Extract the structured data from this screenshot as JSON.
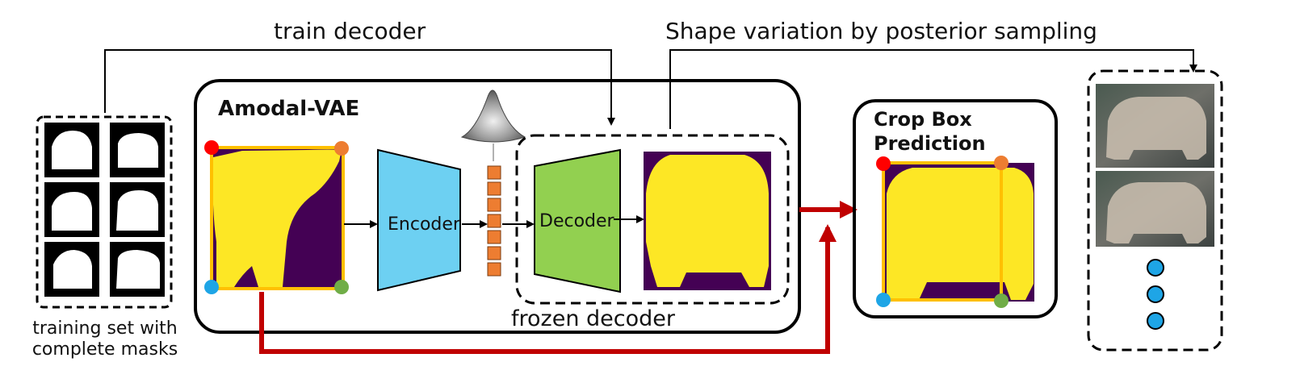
{
  "labels": {
    "train_decoder": "train decoder",
    "shape_variation": "Shape variation by posterior sampling",
    "amodal_vae": "Amodal-VAE",
    "encoder": "Encoder",
    "decoder": "Decoder",
    "frozen_decoder": "frozen decoder",
    "crop_box_line1": "Crop Box",
    "crop_box_line2": "Prediction",
    "training_set_line1": "training set with",
    "training_set_line2": "complete masks"
  },
  "colors": {
    "mask_background": "#440154",
    "mask_foreground": "#fde725",
    "encoder": "#6dd0f2",
    "decoder": "#92d050",
    "latent_cell": "#ed7d31",
    "crop_box_border": "#ffc000",
    "arrow_red": "#c00000",
    "corner_red": "#ff0000",
    "corner_orange": "#ed7d31",
    "corner_blue": "#1ea5e6",
    "corner_green": "#70ad47",
    "sample_dot": "#1ea5e6"
  },
  "latent_cells": 7,
  "sample_dots": 3
}
